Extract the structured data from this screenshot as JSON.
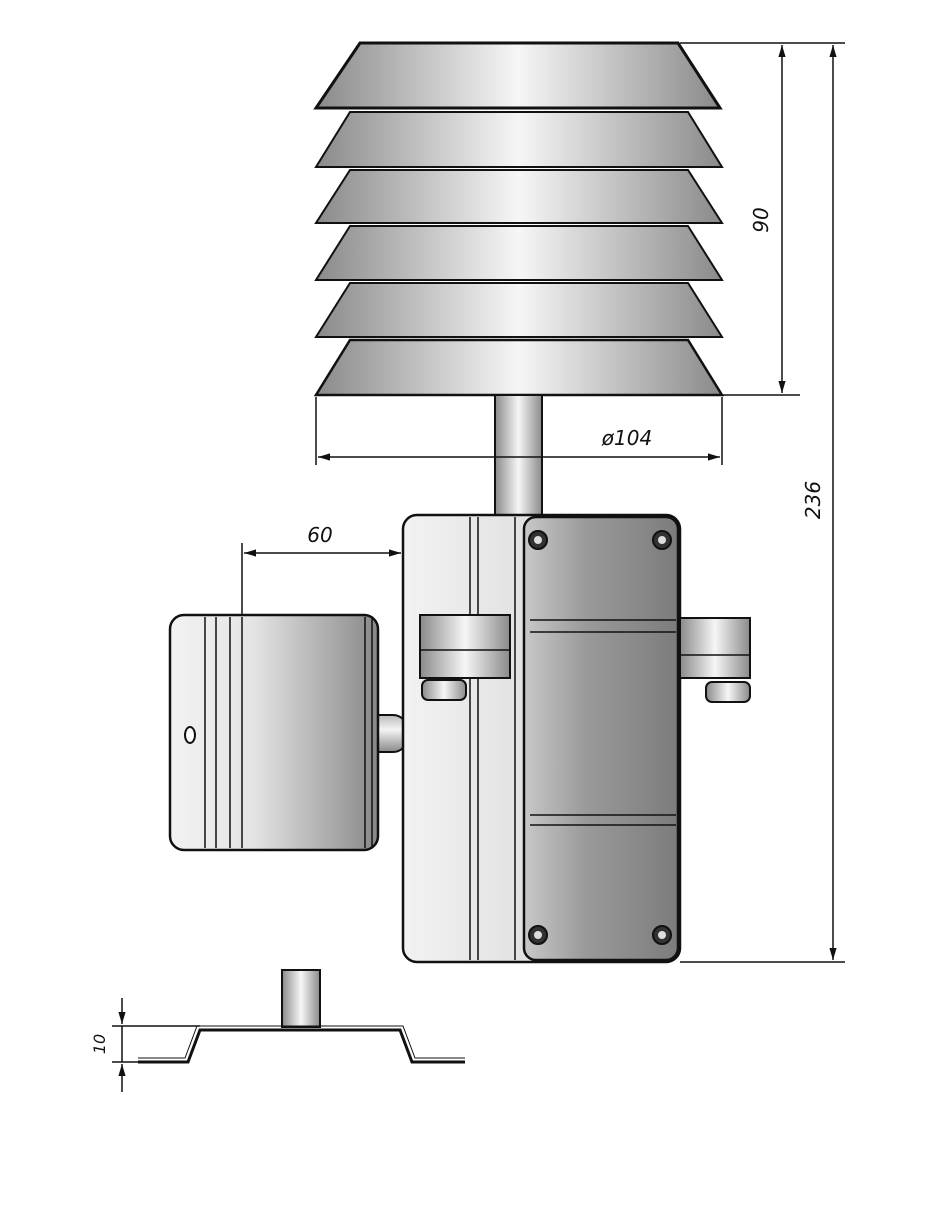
{
  "drawing": {
    "dimensions": {
      "shield_height": "90",
      "shield_diameter": "ø104",
      "total_height": "236",
      "bracket_offset": "60",
      "rail_height": "10"
    },
    "colors": {
      "line": "#111111",
      "metal_light": "#f4f4f4",
      "metal_dark": "#8a8a8a"
    }
  }
}
